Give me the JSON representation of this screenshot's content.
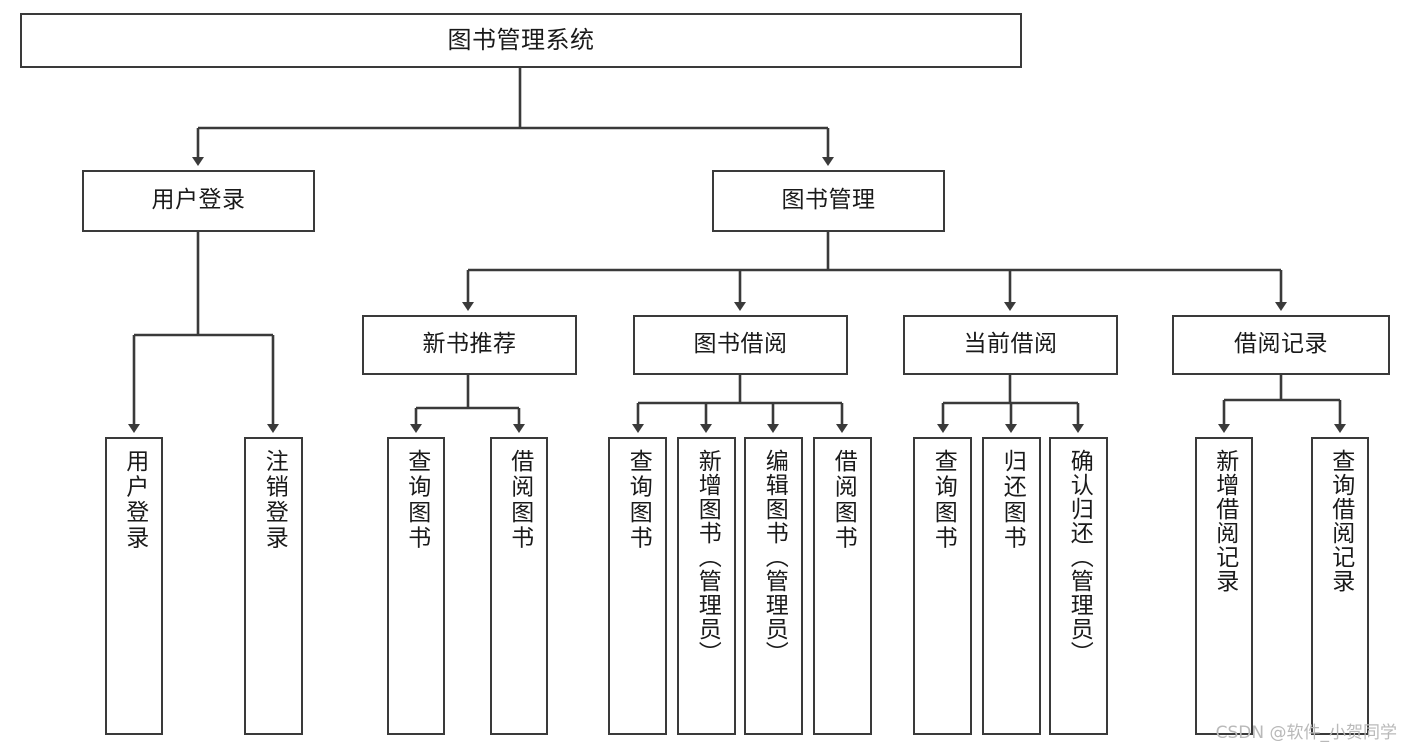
{
  "diagram": {
    "title": "图书管理系统",
    "type": "tree",
    "watermark": "CSDN @软件_小贺同学",
    "stroke_color": "#3a3a3a",
    "fill_color": "#ffffff",
    "text_color": "#1a1a1a",
    "nodes": {
      "root": {
        "label": "图书管理系统",
        "level": 1,
        "orientation": "horizontal"
      },
      "l2": [
        {
          "id": "user-login",
          "label": "用户登录",
          "level": 2,
          "orientation": "horizontal"
        },
        {
          "id": "book-manage",
          "label": "图书管理",
          "level": 2,
          "orientation": "horizontal"
        }
      ],
      "l3": [
        {
          "id": "new-book-recommend",
          "label": "新书推荐",
          "level": 3,
          "orientation": "horizontal"
        },
        {
          "id": "book-borrow",
          "label": "图书借阅",
          "level": 3,
          "orientation": "horizontal"
        },
        {
          "id": "current-borrow",
          "label": "当前借阅",
          "level": 3,
          "orientation": "horizontal"
        },
        {
          "id": "borrow-record",
          "label": "借阅记录",
          "level": 3,
          "orientation": "horizontal"
        }
      ],
      "leaves": [
        {
          "id": "leaf-user-login",
          "label": "用户登录",
          "parent": "user-login",
          "orientation": "vertical"
        },
        {
          "id": "leaf-logout",
          "label": "注销登录",
          "parent": "user-login",
          "orientation": "vertical"
        },
        {
          "id": "leaf-query-book-1",
          "label": "查询图书",
          "parent": "new-book-recommend",
          "orientation": "vertical"
        },
        {
          "id": "leaf-borrow-book-1",
          "label": "借阅图书",
          "parent": "new-book-recommend",
          "orientation": "vertical"
        },
        {
          "id": "leaf-query-book-2",
          "label": "查询图书",
          "parent": "book-borrow",
          "orientation": "vertical"
        },
        {
          "id": "leaf-add-book",
          "label": "新增图书（管理员）",
          "parent": "book-borrow",
          "orientation": "vertical"
        },
        {
          "id": "leaf-edit-book",
          "label": "编辑图书（管理员）",
          "parent": "book-borrow",
          "orientation": "vertical"
        },
        {
          "id": "leaf-borrow-book-2",
          "label": "借阅图书",
          "parent": "book-borrow",
          "orientation": "vertical"
        },
        {
          "id": "leaf-query-book-3",
          "label": "查询图书",
          "parent": "current-borrow",
          "orientation": "vertical"
        },
        {
          "id": "leaf-return-book",
          "label": "归还图书",
          "parent": "current-borrow",
          "orientation": "vertical"
        },
        {
          "id": "leaf-confirm-return",
          "label": "确认归还（管理员）",
          "parent": "current-borrow",
          "orientation": "vertical"
        },
        {
          "id": "leaf-add-record",
          "label": "新增借阅记录",
          "parent": "borrow-record",
          "orientation": "vertical"
        },
        {
          "id": "leaf-query-record",
          "label": "查询借阅记录",
          "parent": "borrow-record",
          "orientation": "vertical"
        }
      ]
    }
  }
}
